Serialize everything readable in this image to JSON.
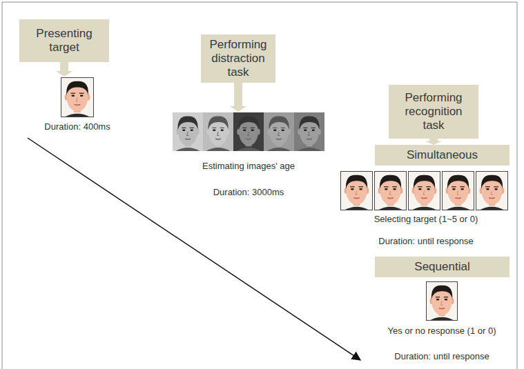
{
  "diagram": {
    "nodes": [
      {
        "text": [
          "Presenting target"
        ]
      },
      {
        "text": [
          "Performing distraction task"
        ]
      },
      {
        "text": [
          "Performing recognition task"
        ]
      },
      {
        "text": [
          "Simultaneous"
        ]
      },
      {
        "text": [
          "Sequential"
        ]
      }
    ],
    "edges": [
      {
        "from": 2,
        "to": 3,
        "arrow": "to"
      }
    ],
    "labels": [
      "Duration: 400ms",
      "Estimating images' age",
      "Duration: 3000ms",
      "Selecting target (1~5 or 0)",
      "Duration: until response",
      "Yes or no response (1 or 0)",
      "Duration: until response"
    ]
  }
}
